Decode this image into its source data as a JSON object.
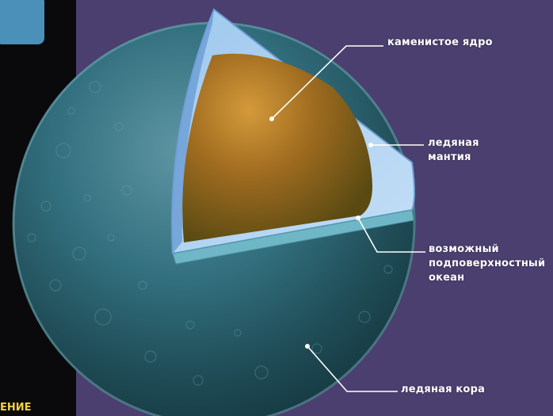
{
  "colors": {
    "background": "#4a3f6e",
    "crust": "#2f6673",
    "mantle": "#a9d0f0",
    "mantle_edge": "#6f9fd6",
    "core": "#9b6a1e",
    "ocean_edge": "#6fb7c6",
    "left_panel": "#0a0a0c",
    "label_text": "#ffffff",
    "edge_text": "#f4d23a"
  },
  "labels": {
    "core": "каменистое ядро",
    "mantle": [
      "ледяная",
      "мантия"
    ],
    "ocean": [
      "возможный",
      "подповерхностный",
      "океан"
    ],
    "crust": "ледяная кора"
  },
  "edge_text": "ЕНИЕ"
}
